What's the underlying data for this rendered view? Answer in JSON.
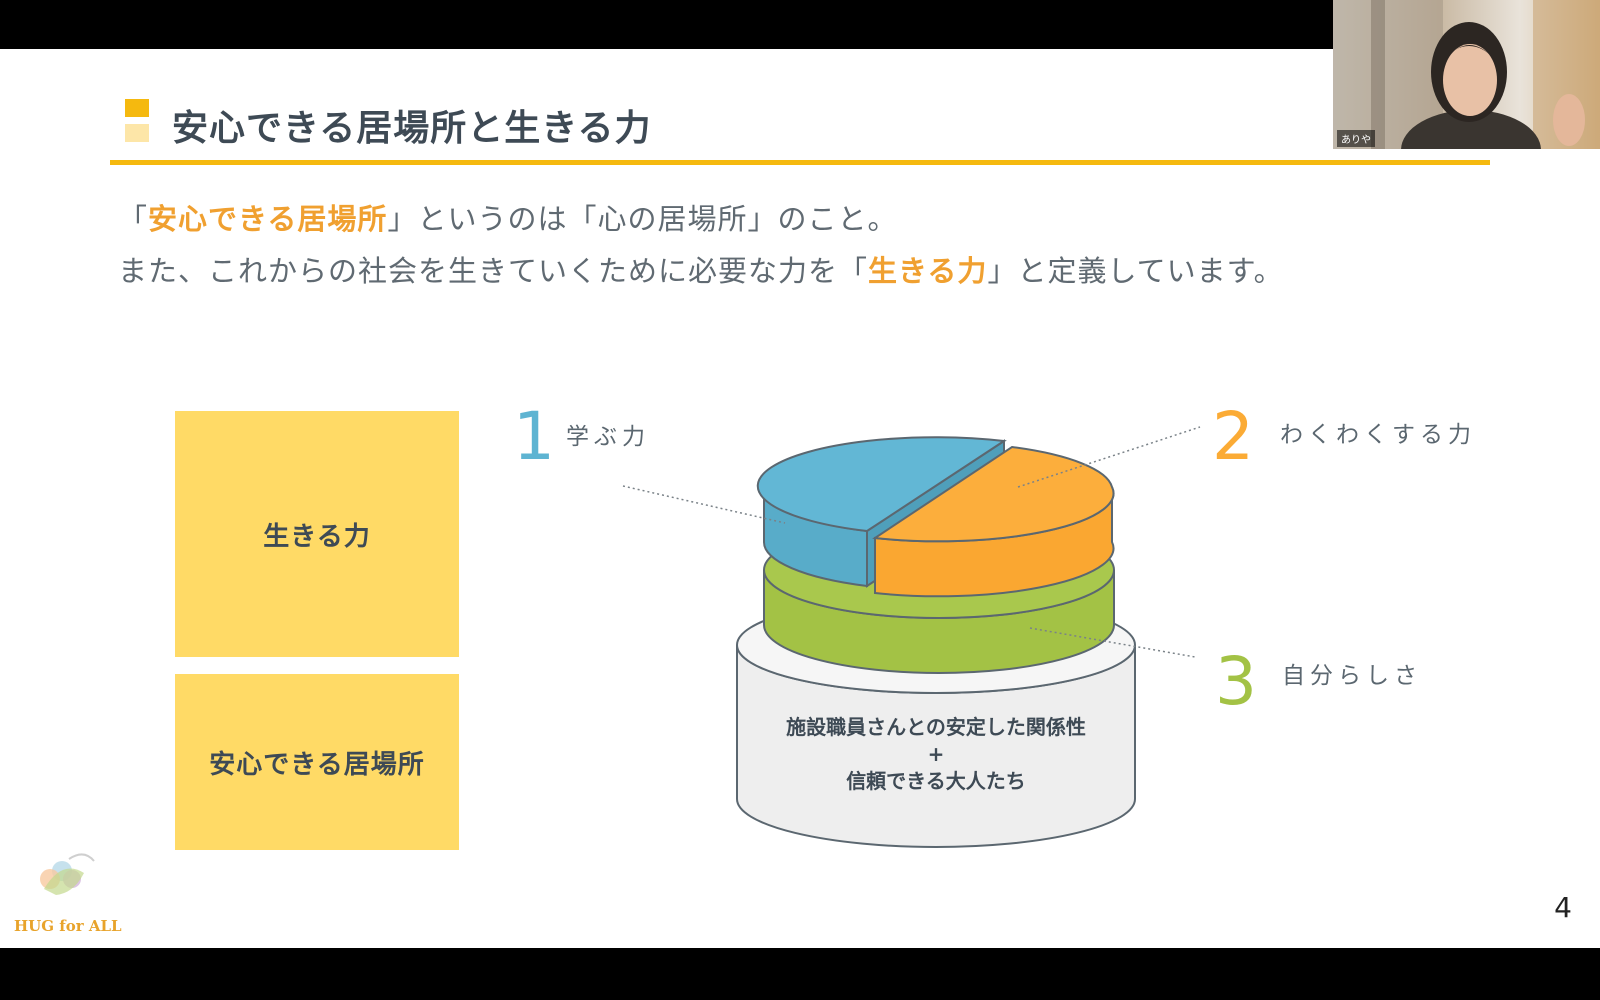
{
  "slide": {
    "title": "安心できる居場所と生きる力",
    "intro_line1": {
      "open_bracket": "「",
      "highlight": "安心できる居場所",
      "rest": "」というのは「心の居場所」のこと。"
    },
    "intro_line2": {
      "before": "また、これからの社会を生きていくために必要な力を「",
      "highlight": "生きる力",
      "after": "」と定義しています。"
    },
    "boxes": [
      {
        "label": "生きる力"
      },
      {
        "label": "安心できる居場所"
      }
    ],
    "diagram": {
      "base_label_line1": "施設職員さんとの安定した関係性",
      "base_label_plus": "+",
      "base_label_line2": "信頼できる大人たち",
      "labels": [
        {
          "number": "1",
          "text": "学ぶ力"
        },
        {
          "number": "2",
          "text": "わくわくする力"
        },
        {
          "number": "3",
          "text": "自分らしさ"
        }
      ]
    },
    "page_number": "4",
    "logo_text": "HUG for ALL"
  },
  "webcam": {
    "participant_name": "ありや"
  },
  "colors": {
    "accent_yellow": "#f5b90f",
    "accent_yellow_light": "#fde6a8",
    "box_yellow": "#ffda66",
    "highlight_orange": "#f0a030",
    "blue": "#5eb4d2",
    "orange": "#fbab35",
    "green": "#a3c245",
    "base_gray": "#eeeeee",
    "text_dark": "#3e4a55"
  },
  "icons": {
    "logo": "hug-for-all-logo-icon"
  }
}
